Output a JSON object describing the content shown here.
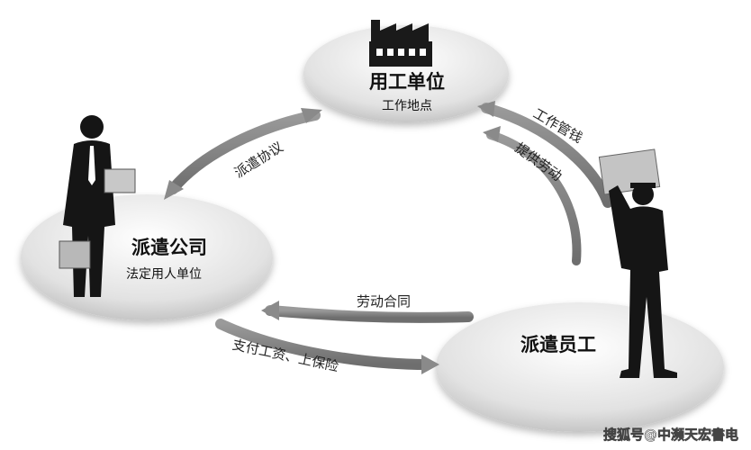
{
  "nodes": {
    "employer": {
      "title": "用工单位",
      "subtitle": "工作地点"
    },
    "agency": {
      "title": "派遣公司",
      "subtitle": "法定用人单位"
    },
    "worker": {
      "title": "派遣员工"
    }
  },
  "edges": {
    "dispatch_agreement": "派遣协议",
    "work_pay": "工作管钱",
    "provide_labor": "提供劳动",
    "labor_contract": "劳动合同",
    "pay_insurance": "支付工资、上保险"
  },
  "watermark": "搜狐号@中濒天宏書电"
}
